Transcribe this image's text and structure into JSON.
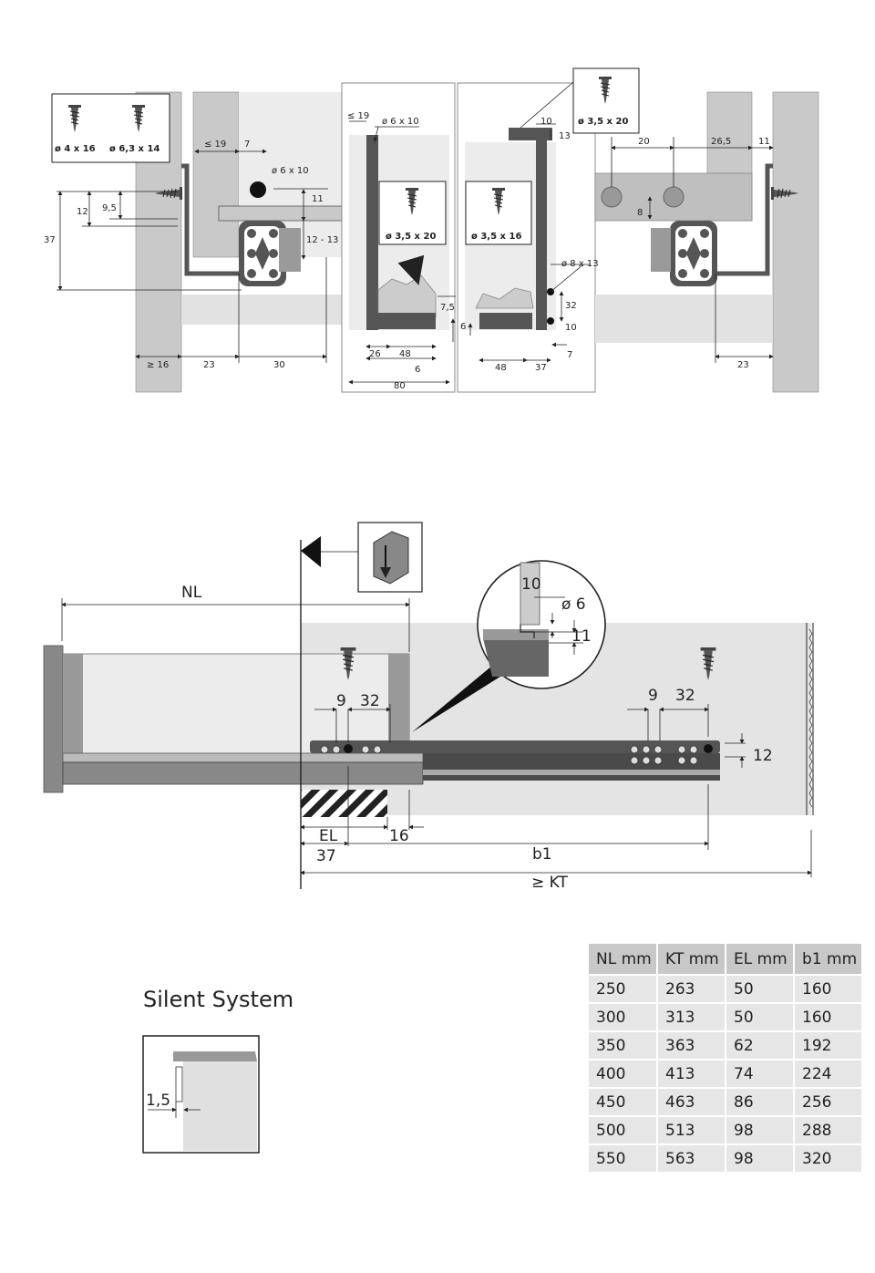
{
  "top_drawing": {
    "screw_left_labels": [
      "ø 4 x 16",
      "ø 6,3 x 14"
    ],
    "screw_center_left": "ø 3,5 x 20",
    "screw_center_right": "ø 3,5 x 16",
    "screw_top_right": "ø 3,5 x 20",
    "dims_left": {
      "d19": "≤ 19",
      "d7": "7",
      "d6x10": "ø 6 x 10",
      "d11": "11",
      "d12_13": "12 - 13",
      "d12": "12",
      "d9_5": "9,5",
      "d37": "37",
      "d16": "≥ 16",
      "d23": "23",
      "d30": "30"
    },
    "dims_center_left": {
      "d19": "≤ 19",
      "d6x10": "ø 6 x 10",
      "d7_5": "7,5",
      "d26": "26",
      "d48": "48",
      "d6": "6",
      "d80": "80"
    },
    "dims_center_right": {
      "d10": "10",
      "d13": "13",
      "d8x13": "ø 8 x 13",
      "d32": "32",
      "d6": "6",
      "d10b": "10",
      "d48": "48",
      "d37": "37",
      "d7": "7"
    },
    "dims_right": {
      "d20": "20",
      "d26_5": "26,5",
      "d11": "11",
      "d8": "8",
      "d23": "23"
    }
  },
  "side_drawing": {
    "nl": "NL",
    "d9": "9",
    "d32": "32",
    "d9b": "9",
    "d32b": "32",
    "d12": "12",
    "el": "EL",
    "d16": "16",
    "d37": "37",
    "b1": "b1",
    "kt": "≥  KT",
    "detail": {
      "d10": "10",
      "d6": "ø 6",
      "d11": "11"
    }
  },
  "silent": {
    "title": "Silent System",
    "dim": "1,5"
  },
  "table": {
    "headers": [
      "NL mm",
      "KT mm",
      "EL mm",
      "b1 mm"
    ],
    "rows": [
      [
        "250",
        "263",
        "50",
        "160"
      ],
      [
        "300",
        "313",
        "50",
        "160"
      ],
      [
        "350",
        "363",
        "62",
        "192"
      ],
      [
        "400",
        "413",
        "74",
        "224"
      ],
      [
        "450",
        "463",
        "86",
        "256"
      ],
      [
        "500",
        "513",
        "98",
        "288"
      ],
      [
        "550",
        "563",
        "98",
        "320"
      ]
    ]
  }
}
